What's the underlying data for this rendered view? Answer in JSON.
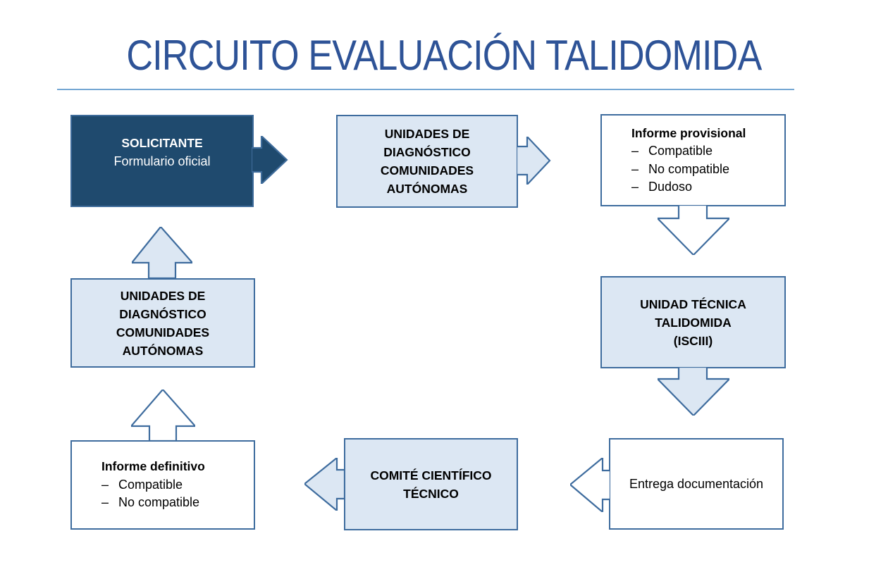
{
  "title": "CIRCUITO EVALUACIÓN TALIDOMIDA",
  "colors": {
    "title_text": "#2E5397",
    "divider": "#74A7D3",
    "dark_fill": "#1F4A6E",
    "dark_border": "#3E6B9A",
    "light_fill": "#DCE7F3",
    "box_border": "#3E6C9E",
    "white_fill": "#FFFFFF",
    "text": "#000000",
    "text_on_dark": "#FFFFFF"
  },
  "boxes": {
    "solicitante": {
      "line1": "SOLICITANTE",
      "line2": "Formulario oficial"
    },
    "unidades_top": {
      "lines": [
        "UNIDADES DE",
        "DIAGNÓSTICO",
        "COMUNIDADES",
        "AUTÓNOMAS"
      ]
    },
    "informe_provisional": {
      "title": "Informe provisional",
      "bullet": "–",
      "items": [
        "Compatible",
        "No compatible",
        "Dudoso"
      ]
    },
    "unidad_tecnica": {
      "lines": [
        "UNIDAD TÉCNICA",
        "TALIDOMIDA",
        "(ISCIII)"
      ]
    },
    "entrega": {
      "label": "Entrega documentación"
    },
    "comite": {
      "lines": [
        "COMITÉ CIENTÍFICO",
        "TÉCNICO"
      ]
    },
    "informe_definitivo": {
      "title": "Informe definitivo",
      "bullet": "–",
      "items": [
        "Compatible",
        "No compatible"
      ]
    },
    "unidades_left": {
      "lines": [
        "UNIDADES DE",
        "DIAGNÓSTICO",
        "COMUNIDADES",
        "AUTÓNOMAS"
      ]
    }
  }
}
